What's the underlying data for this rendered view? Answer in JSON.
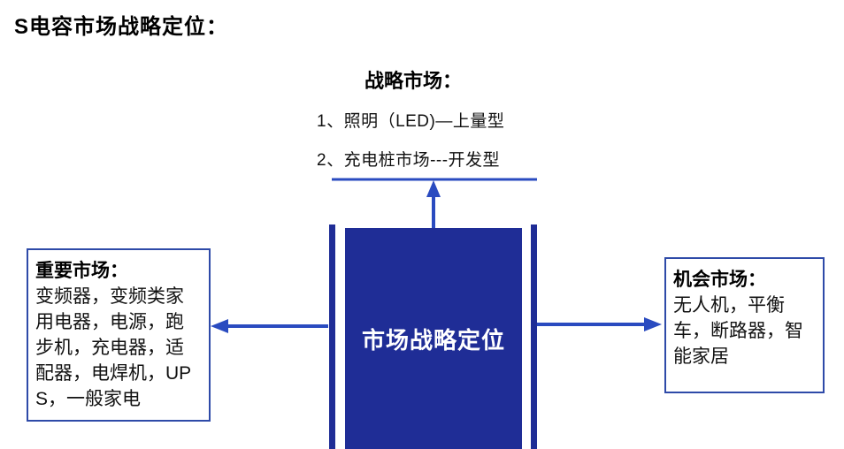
{
  "page": {
    "title": "S电容市场战略定位："
  },
  "strategic_market": {
    "title": "战略市场：",
    "items": [
      "1、照明（LED)—上量型",
      "2、充电桩市场---开发型"
    ]
  },
  "center_box": {
    "label": "市场战略定位"
  },
  "important_market": {
    "title": "重要市场：",
    "body": "变频器，变频类家用电器，电源，跑步机，充电器，适配器，电焊机，UPS，一般家电"
  },
  "opportunity_market": {
    "title": "机会市场：",
    "body": "无人机，平衡车，断路器，智能家居"
  },
  "colors": {
    "box_fill": "#1f2d96",
    "arrow": "#2a4bc0",
    "border": "#2e4aa8"
  }
}
